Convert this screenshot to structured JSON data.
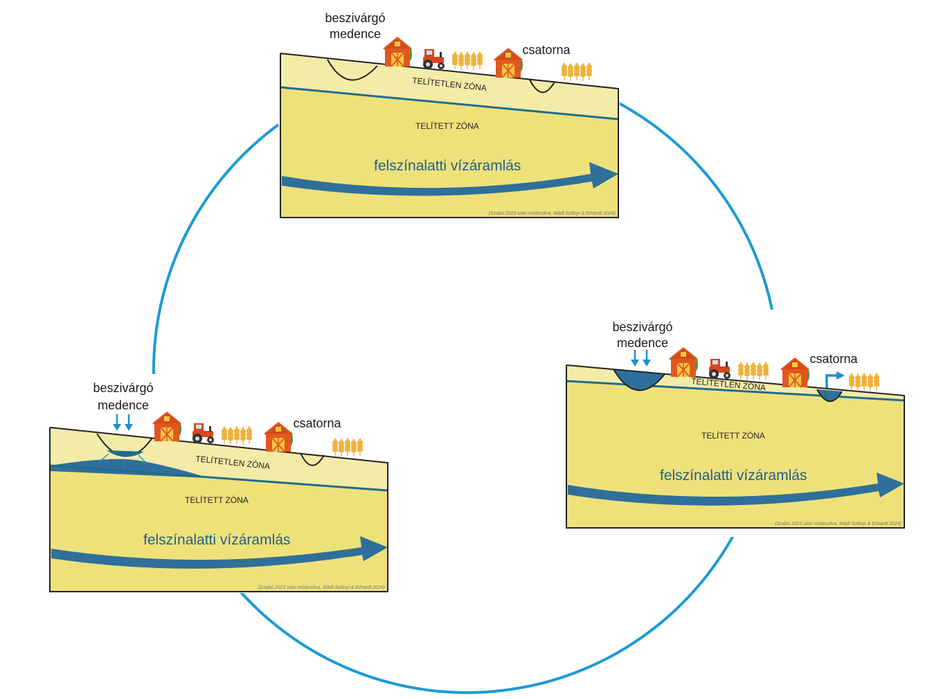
{
  "colors": {
    "cycle": "#1b9ad6",
    "unsaturated": "#f3eba8",
    "saturated": "#efe17a",
    "water": "#2f6f9a",
    "water_table": "#1f6b8e",
    "barn": "#e2571f",
    "wheat": "#f0b43a",
    "inflow_arrow": "#1b8fd0"
  },
  "panels": [
    {
      "id": "top",
      "basin_label_line1": "beszivárgó",
      "basin_label_line2": "medence",
      "canal_label": "csatorna",
      "unsaturated_label": "TELÍTETLEN ZÓNA",
      "saturated_label": "TELÍTETT ZÓNA",
      "flow_label": "felszínalatti vízáramlás",
      "credit": "(Szabó 2023 után módosítva, Mádl-Szőnyi & Erhardt 2024)"
    },
    {
      "id": "left",
      "basin_label_line1": "beszivárgó",
      "basin_label_line2": "medence",
      "canal_label": "csatorna",
      "unsaturated_label": "TELÍTETLEN ZÓNA",
      "saturated_label": "TELÍTETT ZÓNA",
      "flow_label": "felszínalatti vízáramlás",
      "credit": "(Szabó 2023 után módosítva, Mádl-Szőnyi & Erhardt 2024)"
    },
    {
      "id": "right",
      "basin_label_line1": "beszivárgó",
      "basin_label_line2": "medence",
      "canal_label": "csatorna",
      "unsaturated_label": "TELÍTETLEN ZÓNA",
      "saturated_label": "TELÍTETT ZÓNA",
      "flow_label": "felszínalatti vízáramlás",
      "credit": "(Szabó 2023 után módosítva, Mádl-Szőnyi & Erhardt 2024)"
    }
  ]
}
